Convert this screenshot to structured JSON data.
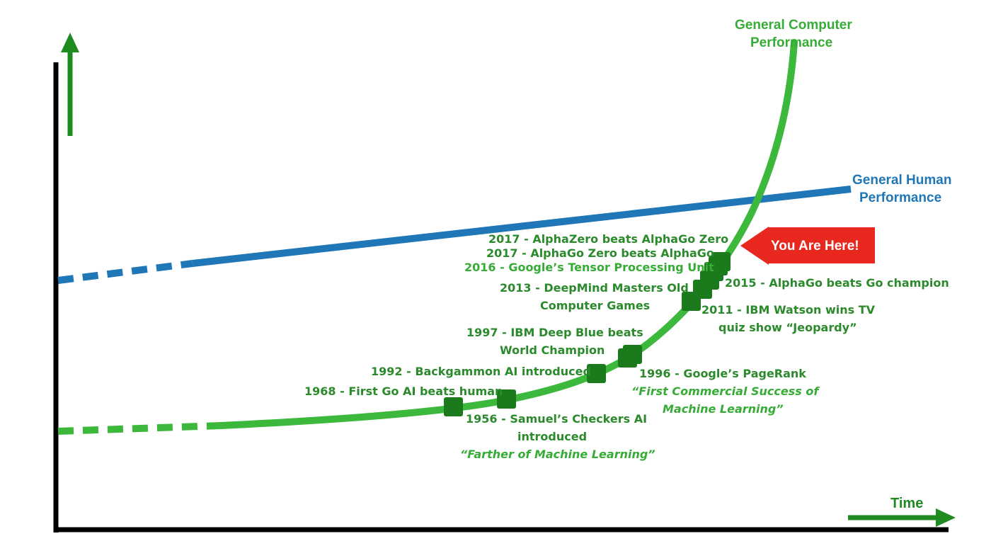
{
  "series": {
    "computer_label_line1": "General Computer",
    "computer_label_line2": "Performance",
    "human_label_line1": "General Human",
    "human_label_line2": "Performance"
  },
  "x_axis_label": "Time",
  "callout": "You Are Here!",
  "colors": {
    "computer": "#3cb83c",
    "human": "#1f77b8",
    "marker": "#1b7a1b",
    "callout": "#e8281e",
    "axis": "#000000",
    "axis_arrow": "#1f8a1f"
  },
  "milestones": [
    {
      "year": 1956,
      "lines": [
        "1956 - Samuel’s Checkers AI",
        "introduced"
      ],
      "note": "“Farther of Machine Learning”"
    },
    {
      "year": 1968,
      "lines": [
        "1968 - First Go AI beats human"
      ]
    },
    {
      "year": 1992,
      "lines": [
        "1992 - Backgammon AI introduced"
      ]
    },
    {
      "year": 1996,
      "lines": [
        "1996 - Google’s PageRank"
      ],
      "note_lines": [
        "“First Commercial Success of",
        "Machine Learning”"
      ]
    },
    {
      "year": 1997,
      "lines": [
        "1997 - IBM Deep Blue beats",
        "World Champion"
      ]
    },
    {
      "year": 2011,
      "lines": [
        "2011 - IBM Watson wins TV",
        "quiz show “Jeopardy”"
      ]
    },
    {
      "year": 2013,
      "lines": [
        "2013 - DeepMind Masters Old",
        "Computer Games"
      ]
    },
    {
      "year": 2015,
      "lines": [
        "2015 - AlphaGo beats Go champion"
      ]
    },
    {
      "year": 2016,
      "lines": [
        "2016 - Google’s Tensor Processing Unit"
      ]
    },
    {
      "year": 2017,
      "lines": [
        "2017 - AlphaGo Zero beats AlphaGo"
      ]
    },
    {
      "year": 2017,
      "lines": [
        "2017 - AlphaZero beats AlphaGo Zero"
      ]
    }
  ]
}
